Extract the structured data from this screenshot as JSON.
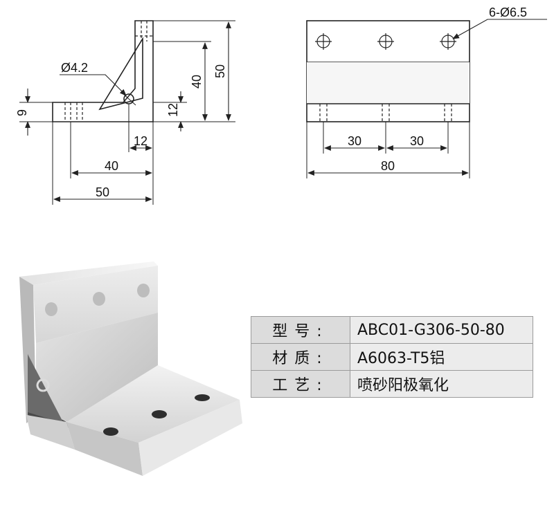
{
  "dimensions": {
    "hole_small": "Ø4.2",
    "side_height": "9",
    "inner_height": "40",
    "total_height": "50",
    "slot_height": "12",
    "slot_width": "12",
    "inner_width": "40",
    "total_width": "50",
    "holes": "6-Ø6.5",
    "pitch_left": "30",
    "pitch_right": "30",
    "length": "80"
  },
  "specs": [
    {
      "label": "型号:",
      "value": "ABC01-G306-50-80"
    },
    {
      "label": "材质:",
      "value": "A6063-T5铝"
    },
    {
      "label": "工艺:",
      "value": "喷砂阳极氧化"
    }
  ],
  "colors": {
    "line": "#222222",
    "part_shade": "#dcdcdc",
    "part_dark": "#9a9a9a",
    "table_bg": "#e6e6e6"
  }
}
